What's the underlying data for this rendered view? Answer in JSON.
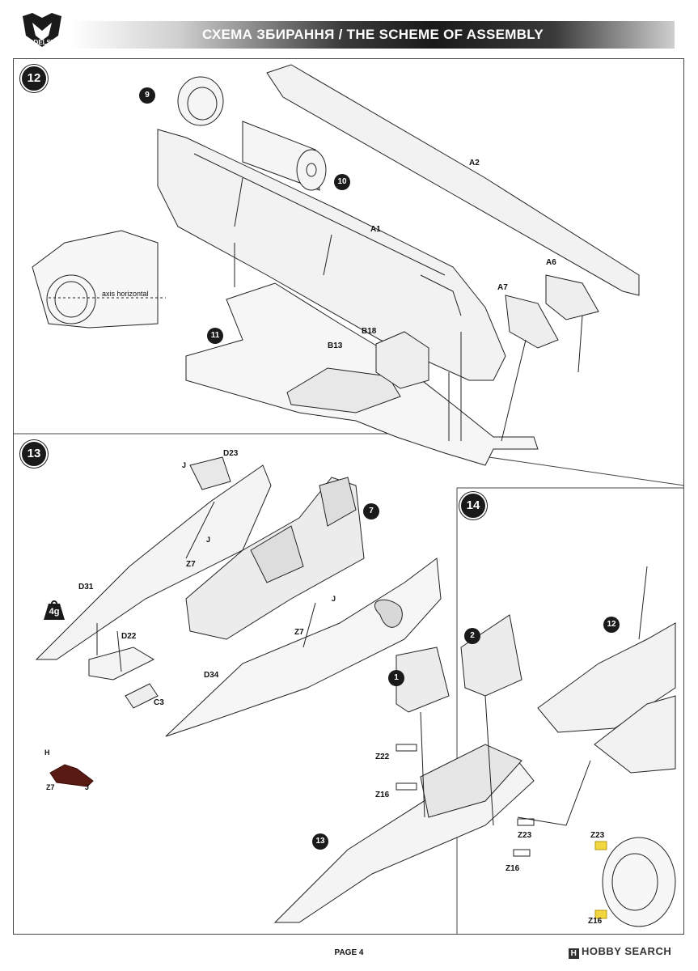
{
  "header": {
    "title": "СХЕМА ЗБИРАННЯ / THE SCHEME OF ASSEMBLY",
    "logo_text": "MODELSVIT"
  },
  "steps": [
    {
      "number": "12"
    },
    {
      "number": "13"
    },
    {
      "number": "14"
    }
  ],
  "sub_steps": {
    "s9": "9",
    "s10": "10",
    "s11": "11",
    "s7": "7",
    "s1": "1",
    "s2": "2",
    "s12": "12",
    "s13": "13"
  },
  "step12_labels": {
    "a1": "A1",
    "a2": "A2",
    "a6": "A6",
    "a7": "A7",
    "b13": "B13",
    "b18": "B18",
    "axis": "axis horizontal"
  },
  "step13_labels": {
    "d23": "D23",
    "j1": "J",
    "j2": "J",
    "j3": "J",
    "z7a": "Z7",
    "z7b": "Z7",
    "d31": "D31",
    "d22": "D22",
    "c3": "C3",
    "d34": "D34",
    "weight": "4g"
  },
  "legend": {
    "h": "H",
    "z7": "Z7",
    "j": "J"
  },
  "step14_labels": {
    "z22": "Z22",
    "z16a": "Z16",
    "z23a": "Z23",
    "z16b": "Z16",
    "z23b": "Z23",
    "z16c": "Z16"
  },
  "footer": {
    "page": "PAGE 4",
    "brand": "HOBBY SEARCH",
    "brand_box": "H"
  },
  "colors": {
    "ink": "#1a1a1a",
    "accent_yellow": "#f2d640",
    "accent_red": "#5a1a14"
  }
}
